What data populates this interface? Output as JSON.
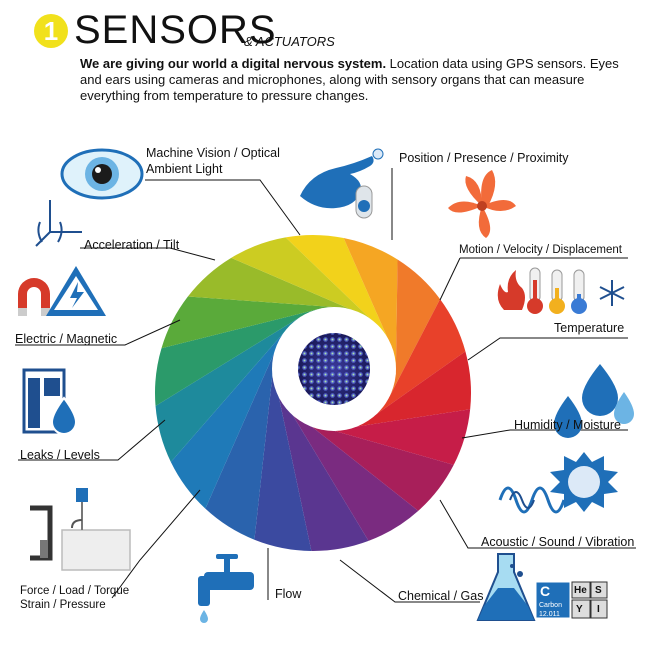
{
  "header": {
    "number": "1",
    "title": "SENSORS",
    "subtitle": "& ACTUATORS",
    "intro_bold": "We are giving our world a digital nervous system.",
    "intro_rest": " Location data using GPS sensors. Eyes and ears using cameras and microphones, along with sensory organs that can measure everything from temperature to pressure changes."
  },
  "labels": {
    "machine_vision_1": "Machine Vision / Optical",
    "machine_vision_2": "Ambient Light",
    "position": "Position / Presence / Proximity",
    "motion": "Motion / Velocity / Displacement",
    "temperature": "Temperature",
    "humidity": "Humidity / Moisture",
    "acoustic": "Acoustic / Sound / Vibration",
    "chemical": "Chemical / Gas",
    "flow": "Flow",
    "force_1": "Force / Load / Torque",
    "force_2": "Strain / Pressure",
    "leaks": "Leaks / Levels",
    "electric": "Electric / Magnetic",
    "acceleration": "Acceleration / Tilt"
  },
  "periodic": {
    "c_symbol": "C",
    "c_name": "Carbon",
    "c_mass": "12.011",
    "he": "He",
    "s": "S",
    "y": "Y",
    "i": "I"
  },
  "colors": {
    "accent_yellow": "#f1e11c",
    "icon_blue": "#1f6fb8",
    "icon_light_blue": "#6cb4e4",
    "fan_orange": "#f26b3a"
  }
}
